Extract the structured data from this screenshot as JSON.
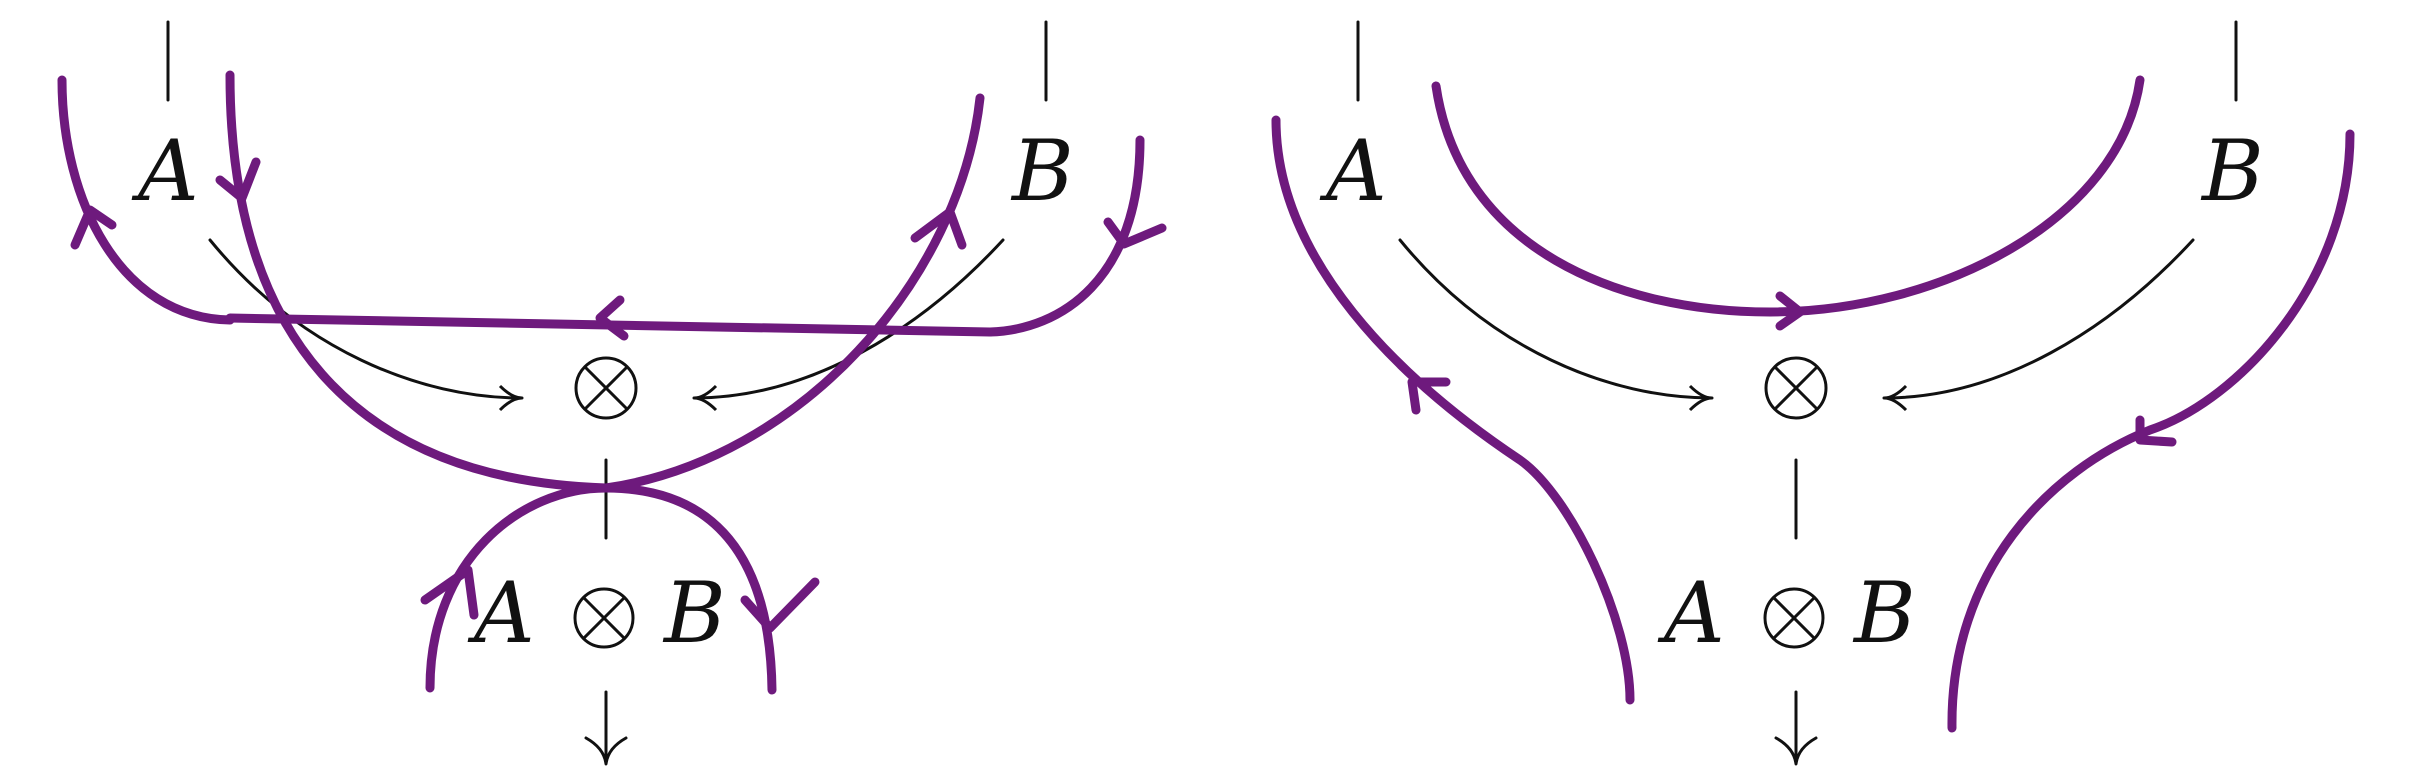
{
  "colors": {
    "ink": "#111111",
    "loop": "#6e1a7d"
  },
  "left_panel": {
    "input_a": "A",
    "input_b": "B",
    "output_a": "A",
    "output_b": "B"
  },
  "right_panel": {
    "input_a": "A",
    "input_b": "B",
    "output_a": "A",
    "output_b": "B"
  },
  "icons": [
    "tensor-product-icon",
    "arrow-icon"
  ]
}
